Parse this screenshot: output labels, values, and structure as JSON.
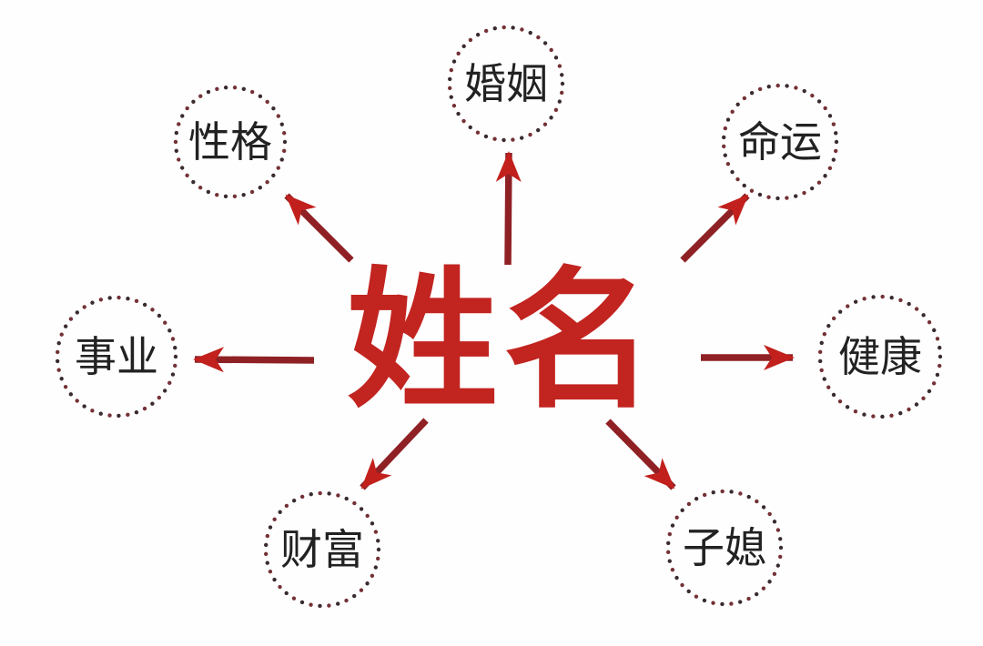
{
  "diagram": {
    "title": "姓名",
    "nodes": [
      {
        "id": "marriage",
        "label": "婚姻"
      },
      {
        "id": "personality",
        "label": "性格"
      },
      {
        "id": "destiny",
        "label": "命运"
      },
      {
        "id": "career",
        "label": "事业"
      },
      {
        "id": "health",
        "label": "健康"
      },
      {
        "id": "wealth",
        "label": "财富"
      },
      {
        "id": "children",
        "label": "子媳"
      }
    ]
  },
  "colors": {
    "title_red": "#c22420",
    "arrow_shaft": "#8f2125",
    "arrow_head": "#c2201c",
    "dot_dark": "#3a2b2e",
    "dot_red": "#743136",
    "label_black": "#222222",
    "background": "#fefefe"
  }
}
